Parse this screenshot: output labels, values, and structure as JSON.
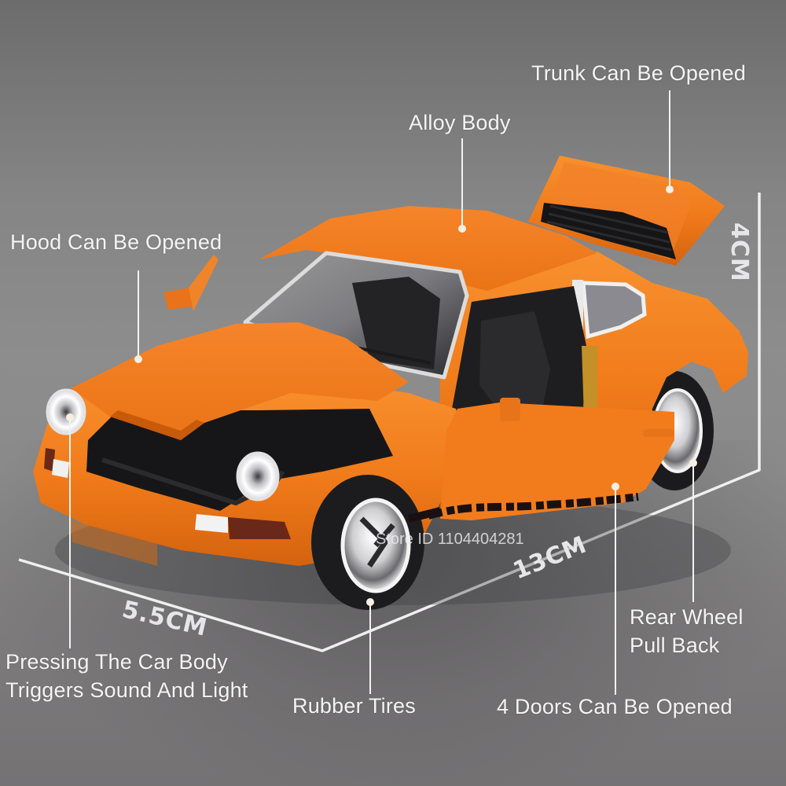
{
  "image": {
    "subject": "orange diecast toy sports car with doors, hood and trunk opened",
    "background_color": "#858585",
    "car_color": "#f07a1a",
    "car_shadow_color": "#c85a0c",
    "interior_color": "#1e1e20",
    "chrome_color": "#dcdcdc",
    "text_color": "#f4f4f4"
  },
  "callouts": {
    "trunk": "Trunk Can Be Opened",
    "alloy_body": "Alloy Body",
    "hood": "Hood Can Be Opened",
    "sound_light_line1": "Pressing The Car Body",
    "sound_light_line2": "Triggers Sound And Light",
    "rubber_tires": "Rubber Tires",
    "doors": "4 Doors Can Be Opened",
    "rear_wheel_line1": "Rear Wheel",
    "rear_wheel_line2": "Pull Back"
  },
  "dimensions": {
    "height": "4CM",
    "length": "13CM",
    "width": "5.5CM"
  },
  "watermark": "Store ID 1104404281"
}
